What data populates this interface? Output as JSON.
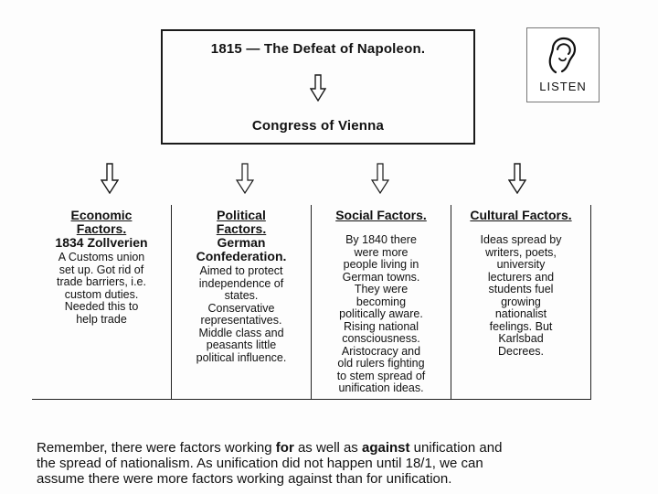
{
  "top_box": {
    "title": "1815 — The Defeat of Napoleon.",
    "subtitle": "Congress of Vienna"
  },
  "listen": {
    "label": "LISTEN"
  },
  "columns": [
    {
      "heading": "Economic\nFactors.",
      "subheading": "1834 Zollverien",
      "body": "A Customs union\nset up. Got rid of\ntrade barriers, i.e.\ncustom duties.\nNeeded this to\nhelp trade"
    },
    {
      "heading": "Political\nFactors.",
      "subheading": "German\nConfederation.",
      "body": "Aimed to protect\nindependence of\nstates.\nConservative\nrepresentatives.\nMiddle class and\npeasants little\npolitical influence."
    },
    {
      "heading": "Social Factors.",
      "subheading": "",
      "body": "By 1840 there\nwere more\npeople living in\nGerman towns.\nThey were\nbecoming\npolitically aware.\nRising national\nconsciousness.\nAristocracy and\nold rulers fighting\nto stem spread of\nunification ideas."
    },
    {
      "heading": "Cultural Factors.",
      "subheading": "",
      "body": "Ideas spread by\nwriters, poets,\nuniversity\nlecturers and\nstudents fuel\ngrowing\nnationalist\nfeelings. But\nKarlsbad\nDecrees."
    }
  ],
  "footer": {
    "parts": [
      {
        "text": "Remember, there were factors working "
      },
      {
        "text": "for"
      },
      {
        "text": " as well as "
      },
      {
        "text": "against"
      },
      {
        "text": " unification and\nthe spread of nationalism. As unification did not happen until 18/1, we can\nassume there were more factors working against than for unification."
      }
    ]
  },
  "colors": {
    "ink": "#111111",
    "background": "#fdfdfd"
  }
}
